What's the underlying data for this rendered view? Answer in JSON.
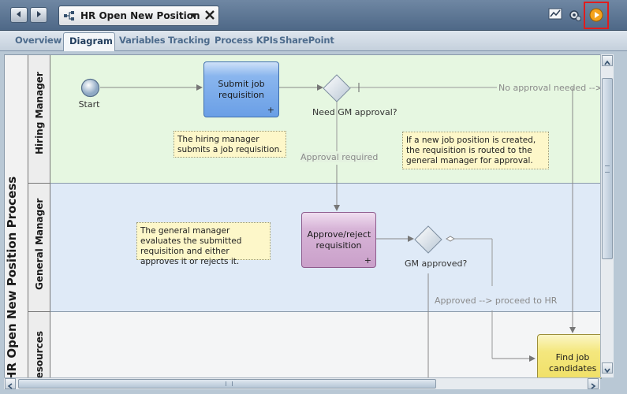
{
  "window": {
    "title": "HR Open New Position"
  },
  "tabs": [
    {
      "label": "Overview"
    },
    {
      "label": "Diagram"
    },
    {
      "label": "Variables"
    },
    {
      "label": "Tracking"
    },
    {
      "label": "Process KPIs"
    },
    {
      "label": "SharePoint"
    }
  ],
  "active_tab": "Diagram",
  "toolbar": {
    "icons": [
      "back-icon",
      "forward-icon",
      "chart-icon",
      "settings-icon",
      "run-icon"
    ]
  },
  "diagram": {
    "pool_title": "HR Open New Position Process",
    "lanes": [
      {
        "label": "Hiring Manager"
      },
      {
        "label": "General Manager"
      },
      {
        "label": "Resources"
      }
    ],
    "start_label": "Start",
    "tasks": {
      "submit": "Submit job requisition",
      "approve": "Approve/reject requisition",
      "find": "Find job candidates"
    },
    "gateways": {
      "need_gm": "Need GM approval?",
      "gm_approved": "GM approved?"
    },
    "notes": {
      "hiring": "The hiring manager submits a job requisition.",
      "routed": "If a new job position is created, the requisition is routed to the general manager for approval.",
      "gm": "The general manager evaluates the submitted requisition and either approves it or rejects it."
    },
    "flows": {
      "no_approval": "No approval needed --> proceed to HR",
      "approval_required": "Approval required",
      "approved": "Approved --> proceed to HR"
    }
  },
  "colors": {
    "lane_hiring": "#e6f7e1",
    "lane_gm": "#dfeaf7",
    "lane_res": "#f4f5f6",
    "task_blue": "#6ea2e6",
    "task_purple": "#d6b3d6",
    "task_yellow": "#f3e57d",
    "highlight": "#e01d1d"
  }
}
